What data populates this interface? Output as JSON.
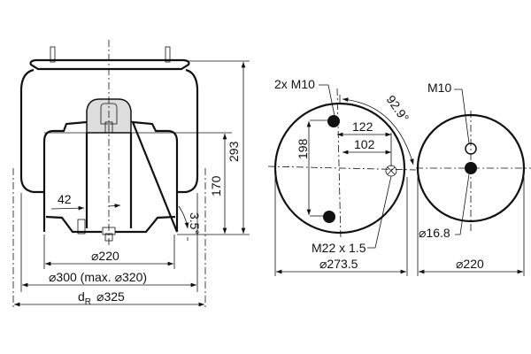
{
  "side_view": {
    "dim_height_total": "293",
    "dim_height_piston": "170",
    "dim_offset": "42",
    "dim_angle": "3.5°",
    "dim_piston_dia": "⌀220",
    "dim_bellows_dia": "⌀300 (max. ⌀320)",
    "dim_dr_label": "d",
    "dim_dr_sub": "R",
    "dim_dr_value": "⌀325"
  },
  "top_view": {
    "bolts_label": "2x M10",
    "angle": "92.9°",
    "dim_122": "122",
    "dim_102": "102",
    "dim_198": "198",
    "air_inlet": "M22 x 1.5",
    "plate_dia": "⌀273.5"
  },
  "bottom_view": {
    "bolt_label": "M10",
    "hole_dia": "⌀16.8",
    "plate_dia": "⌀220"
  }
}
